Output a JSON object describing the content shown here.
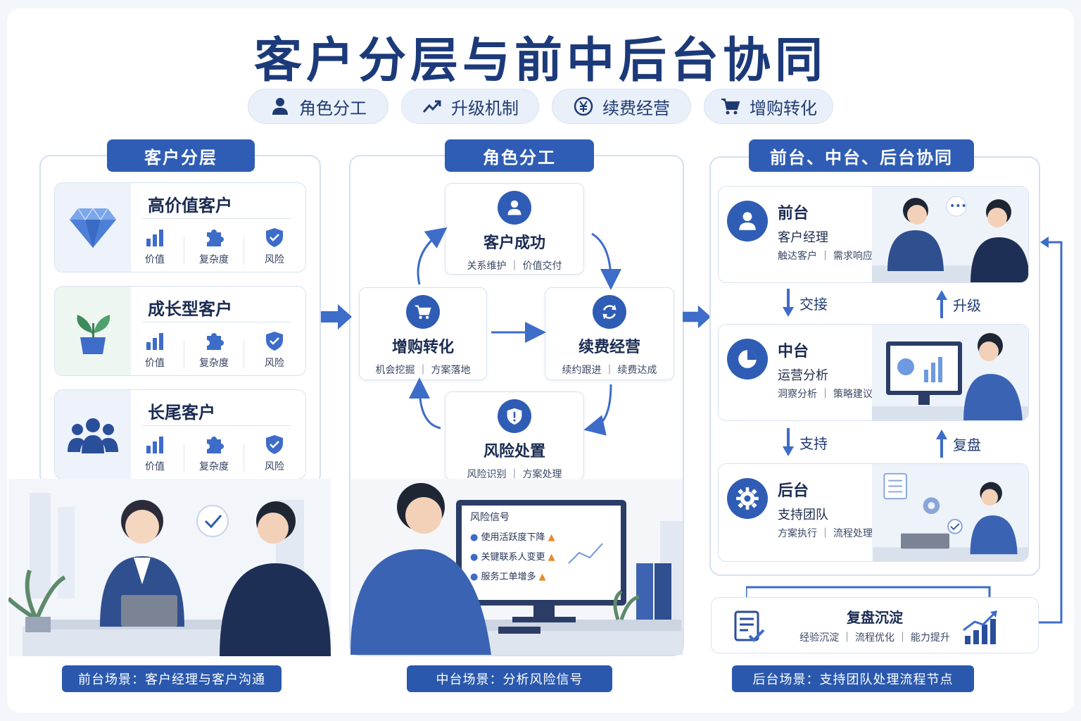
{
  "title": "客户分层与前中后台协同",
  "pills": [
    {
      "label": "角色分工",
      "icon": "user-icon"
    },
    {
      "label": "升级机制",
      "icon": "trend-up-icon"
    },
    {
      "label": "续费经营",
      "icon": "yuan-icon"
    },
    {
      "label": "增购转化",
      "icon": "cart-icon"
    }
  ],
  "panels": {
    "left": {
      "title": "客户分层"
    },
    "middle": {
      "title": "角色分工"
    },
    "right": {
      "title": "前台、中台、后台协同"
    }
  },
  "tiers": [
    {
      "name": "高价值客户",
      "icon": "diamond-icon"
    },
    {
      "name": "成长型客户",
      "icon": "sprout-icon"
    },
    {
      "name": "长尾客户",
      "icon": "group-icon"
    }
  ],
  "metrics": [
    "价值",
    "复杂度",
    "风险"
  ],
  "roles": {
    "success": {
      "name": "客户成功",
      "sub": "关系维护 ｜ 价值交付"
    },
    "upsell": {
      "name": "增购转化",
      "sub": "机会挖掘 ｜ 方案落地"
    },
    "renewal": {
      "name": "续费经营",
      "sub": "续约跟进 ｜ 续费达成"
    },
    "risk": {
      "name": "风险处置",
      "sub": "风险识别 ｜ 方案处理"
    }
  },
  "offices": [
    {
      "name": "前台",
      "role": "客户经理",
      "desc": "触达客户 ｜ 需求响应"
    },
    {
      "name": "中台",
      "role": "运营分析",
      "desc": "洞察分析 ｜ 策略建议"
    },
    {
      "name": "后台",
      "role": "支持团队",
      "desc": "方案执行 ｜ 流程处理"
    }
  ],
  "flow_labels": {
    "handover": "交接",
    "upgrade": "升级",
    "support": "支持",
    "review": "复盘"
  },
  "review_box": {
    "title": "复盘沉淀",
    "sub": "经验沉淀 ｜ 流程优化 ｜ 能力提升"
  },
  "monitor": {
    "title": "风险信号",
    "items": [
      "使用活跃度下降",
      "关键联系人变更",
      "服务工单增多"
    ]
  },
  "captions": [
    "前台场景：客户经理与客户沟通",
    "中台场景：分析风险信号",
    "后台场景：支持团队处理流程节点"
  ],
  "colors": {
    "primary": "#2f5db5",
    "dark": "#1c3a7a",
    "warning": "#e88a2a"
  }
}
